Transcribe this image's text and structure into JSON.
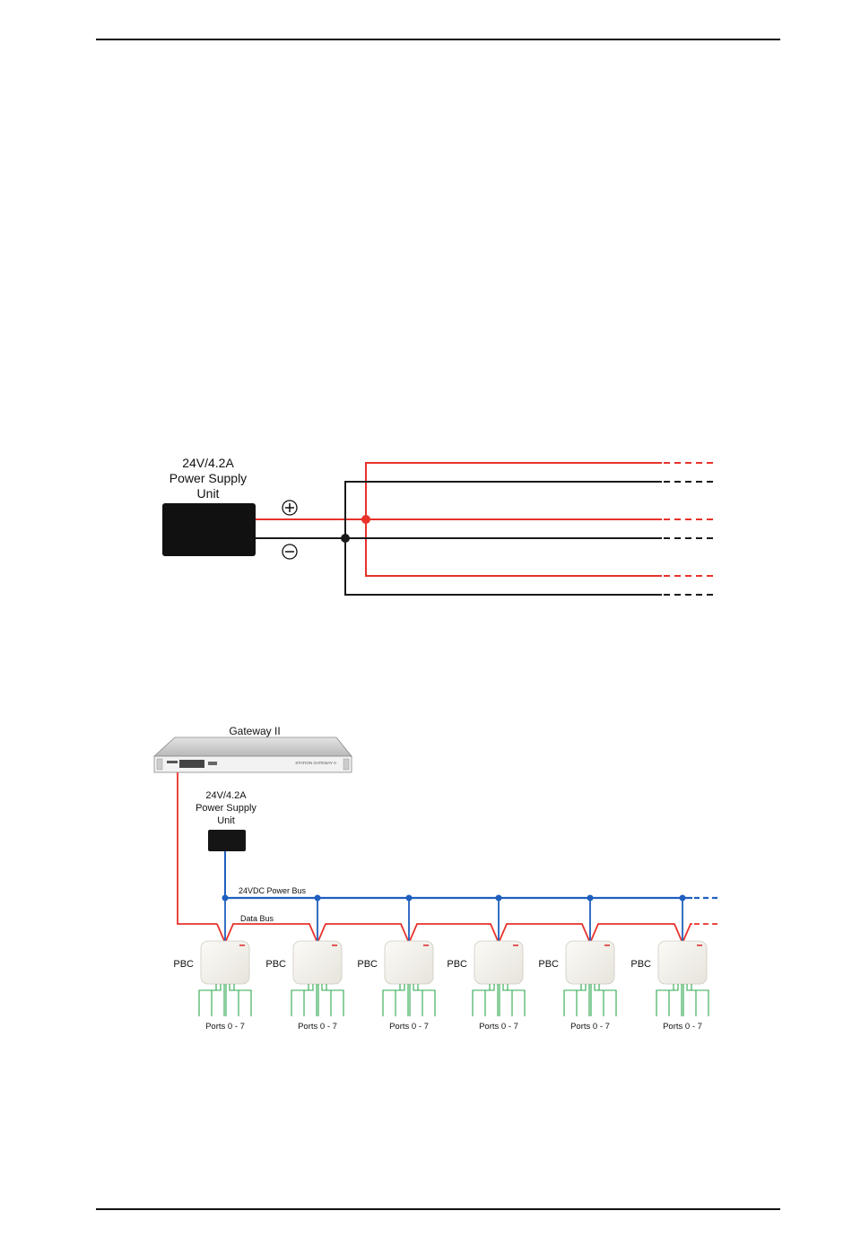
{
  "wiring_diagram": {
    "psu_label_line1": "24V/4.2A",
    "psu_label_line2": "Power Supply",
    "psu_label_line3": "Unit",
    "colors": {
      "positive": "#e8322a",
      "negative": "#1a1a1a",
      "psu_body": "#111111"
    }
  },
  "system_diagram": {
    "gateway_label": "Gateway II",
    "gateway_badge": "STATION GATEWAY II",
    "psu_label_line1": "24V/4.2A",
    "psu_label_line2": "Power Supply",
    "psu_label_line3": "Unit",
    "power_bus_label": "24VDC Power Bus",
    "data_bus_label": "Data Bus",
    "pbc_units": [
      {
        "label": "PBC",
        "ports": "Ports 0 - 7"
      },
      {
        "label": "PBC",
        "ports": "Ports 0 - 7"
      },
      {
        "label": "PBC",
        "ports": "Ports 0 - 7"
      },
      {
        "label": "PBC",
        "ports": "Ports 0 - 7"
      },
      {
        "label": "PBC",
        "ports": "Ports 0 - 7"
      },
      {
        "label": "PBC",
        "ports": "Ports 0 - 7"
      }
    ],
    "colors": {
      "power_bus": "#1f5fbf",
      "data_bus": "#e8322a",
      "ports": "#2fa84f"
    }
  }
}
